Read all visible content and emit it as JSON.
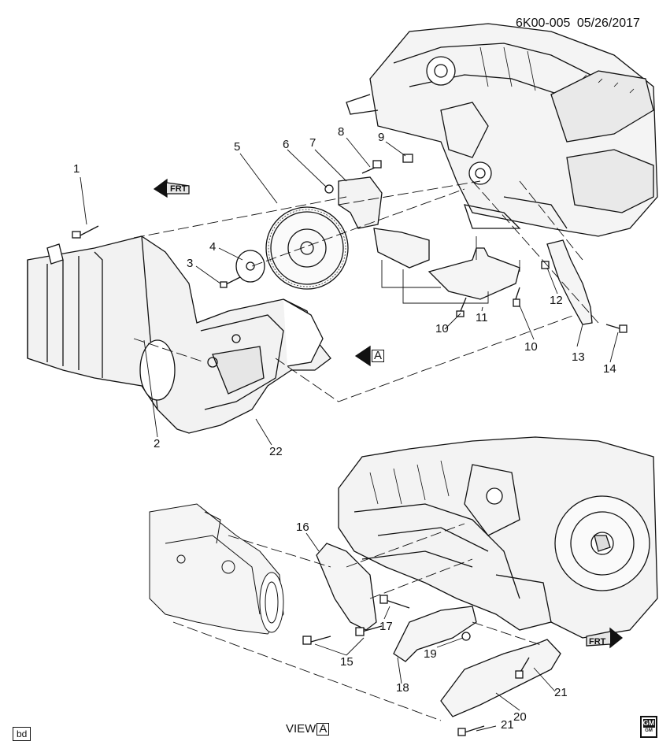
{
  "header": {
    "code": "6K00-005",
    "date": "05/26/2017"
  },
  "callouts": [
    "1",
    "2",
    "3",
    "4",
    "5",
    "6",
    "7",
    "8",
    "9",
    "10",
    "10",
    "11",
    "12",
    "13",
    "14",
    "15",
    "16",
    "17",
    "18",
    "19",
    "20",
    "21",
    "21",
    "22"
  ],
  "view_marker": {
    "letter": "A"
  },
  "view_caption": {
    "text": "VIEW",
    "letter": "A"
  },
  "front_indicators": [
    "FRT",
    "FRT"
  ],
  "footer": {
    "left_tag": "bd",
    "logo_text": "GM",
    "logo_sub": "GM"
  },
  "colors": {
    "ink": "#111111",
    "background": "#ffffff",
    "fill": "#f2f2f2"
  }
}
